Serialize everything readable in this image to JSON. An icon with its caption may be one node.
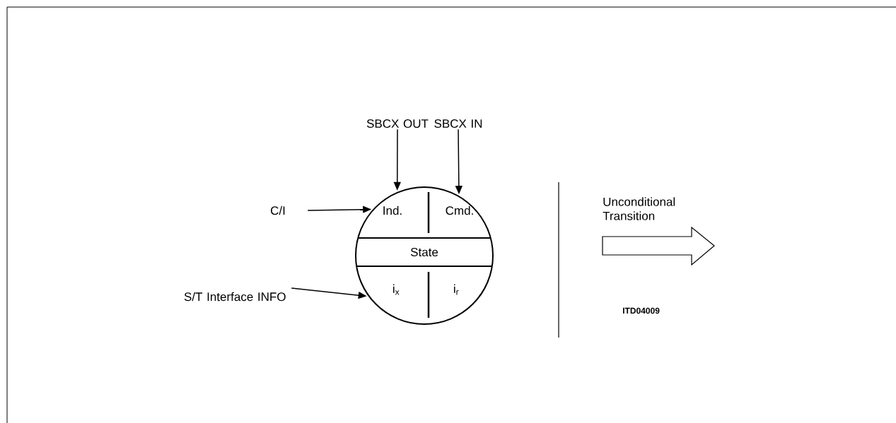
{
  "diagram": {
    "nodes": [
      {
        "text": [
          "Ind.",
          "Cmd.",
          "State",
          "i$_{x}$",
          "i$_{r}$"
        ]
      },
      {
        "text": [
          "SBCX OUT"
        ]
      },
      {
        "text": [
          "SBCX IN"
        ]
      },
      {
        "text": [
          "C/I"
        ]
      },
      {
        "text": [
          "S/T Interface INFO"
        ]
      }
    ],
    "edges": [
      {
        "from": 1,
        "to": 0,
        "arrow": "to"
      },
      {
        "from": 2,
        "to": 0,
        "arrow": "to"
      },
      {
        "from": 3,
        "to": 0,
        "arrow": "to"
      },
      {
        "from": 4,
        "to": 0,
        "arrow": "to"
      }
    ],
    "labels": [
      "Unconditional Transition",
      "ITD04009"
    ]
  }
}
